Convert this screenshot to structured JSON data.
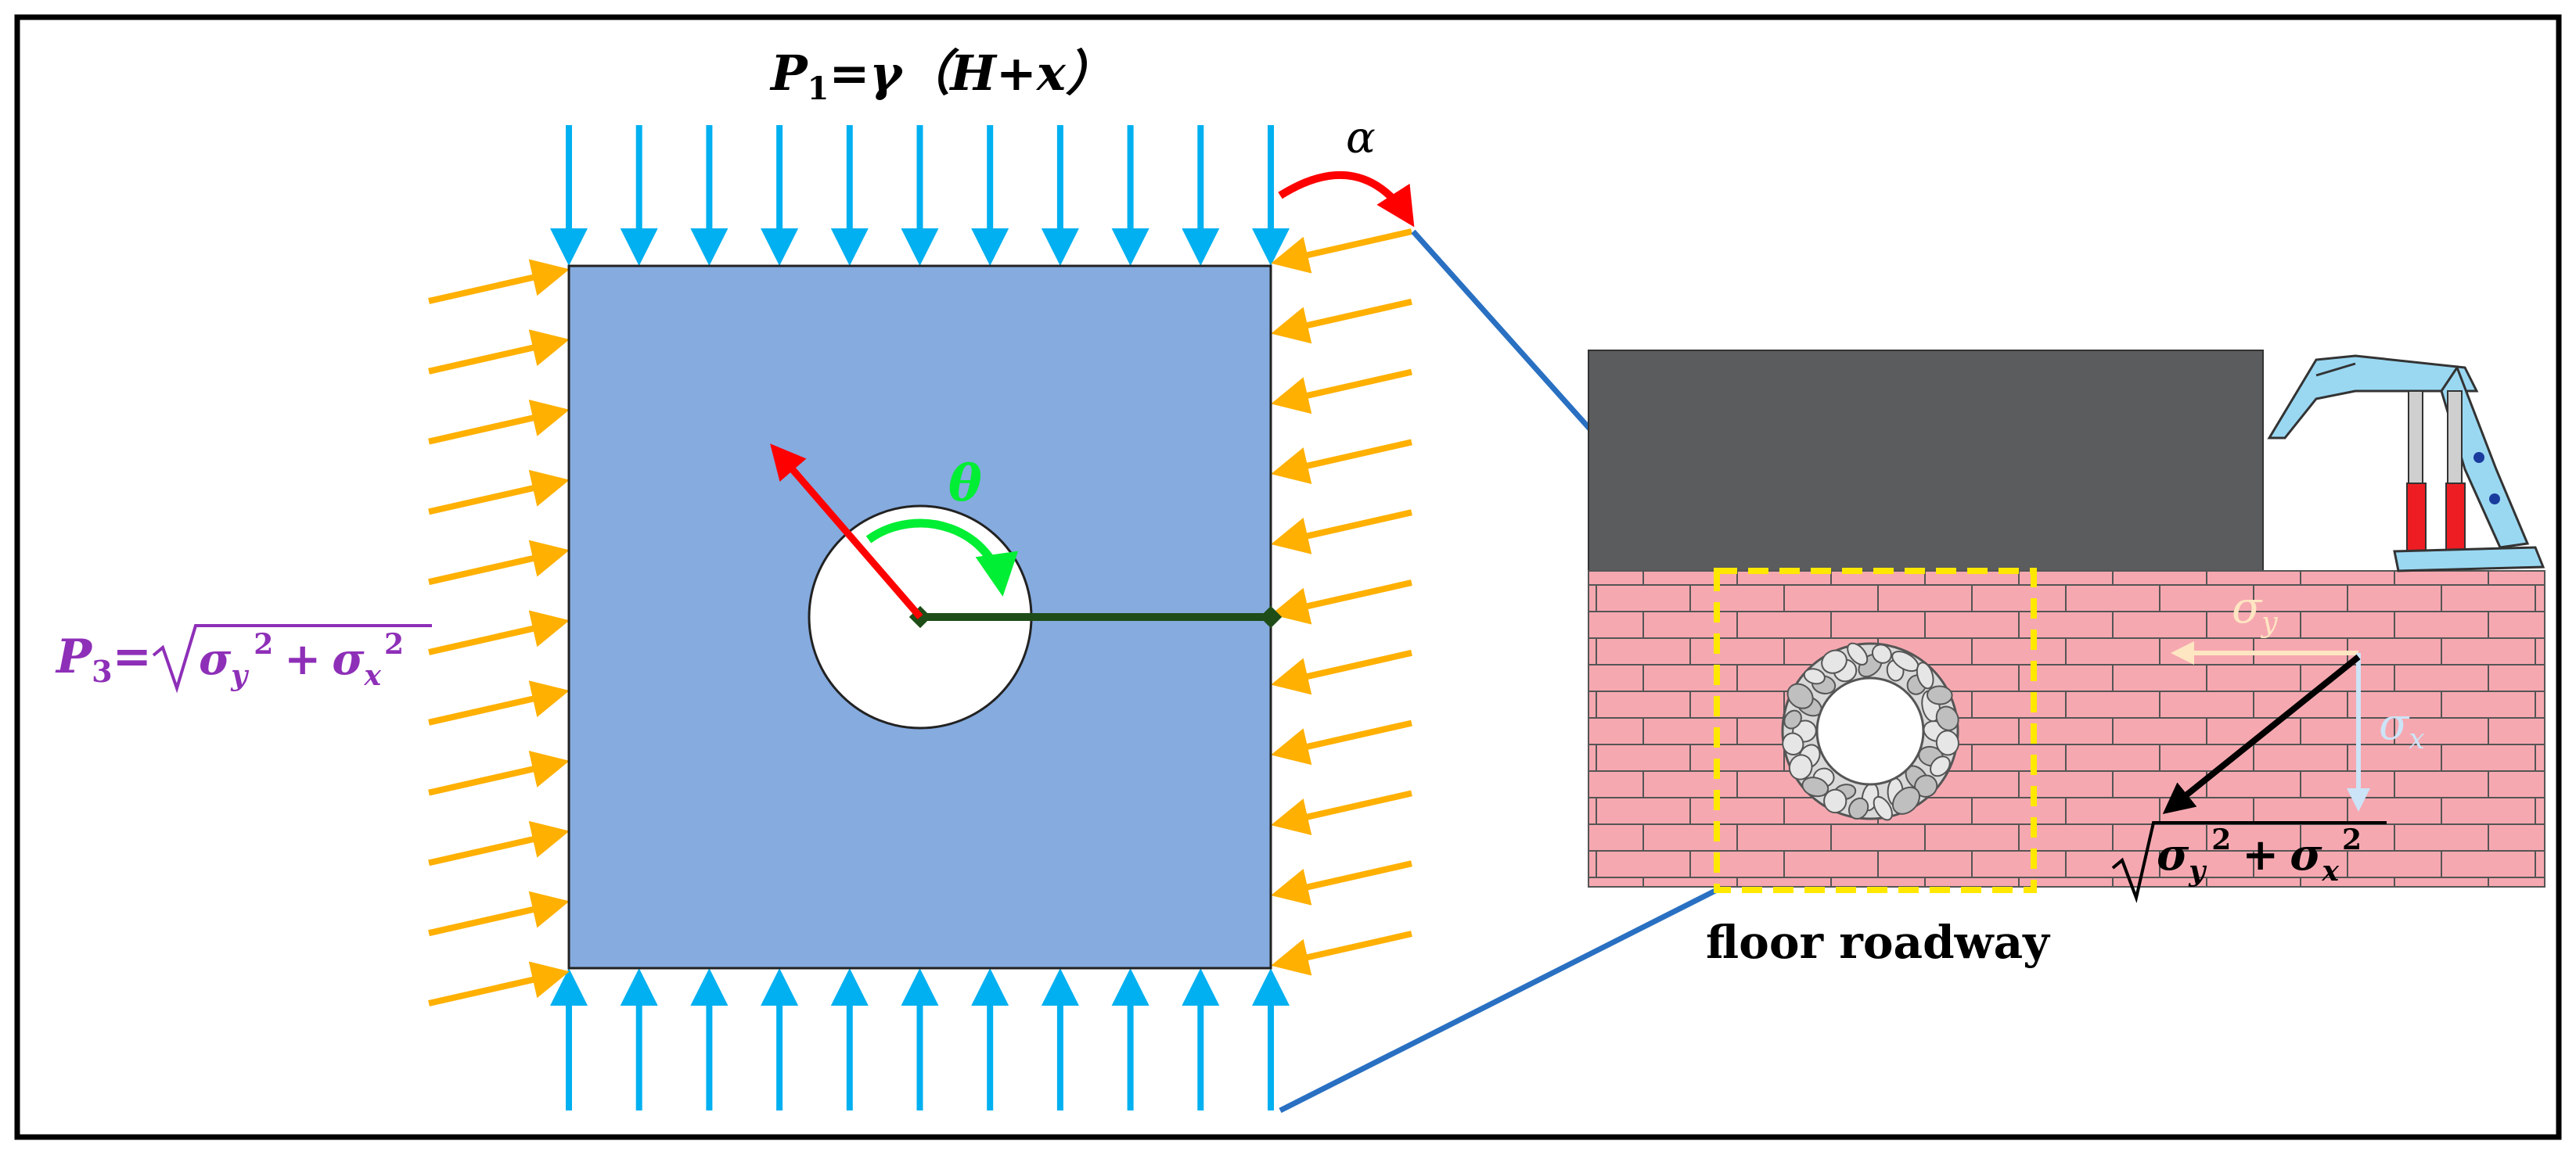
{
  "labels": {
    "p1_prefix": "P",
    "p1_sub": "1",
    "p1_rest": "=γ（H+x）",
    "p3_prefix": "P",
    "p3_sub": "3",
    "p3_eq": "=",
    "alpha": "α",
    "theta": "θ",
    "sigma_y": "σ",
    "sigma_y_sub": "y",
    "sigma_x": "σ",
    "sigma_x_sub": "x",
    "floor_roadway": "floor roadway",
    "resultant_sigma_y": "σ",
    "resultant_sigma_y_sub": "y",
    "resultant_sigma_x": "σ",
    "resultant_sigma_x_sub": "x",
    "sq": "2",
    "plus": "+"
  },
  "colors": {
    "block_fill": "#85abdf",
    "vertical_load": "#00b0f0",
    "horizontal_load": "#ffb000",
    "radius_red": "#ff0000",
    "theta_green": "#00ee33",
    "radius_dark_green": "#1e4d18",
    "alpha_red": "#ff0000",
    "gob_grey": "#5b5c5e",
    "brick_pink": "#f6a8b0",
    "roadway_box": "#ffe800",
    "connector_blue": "#2970c2",
    "p3_purple": "#8e2fb8",
    "sigma_y_color": "#ffe6c2",
    "sigma_x_color": "#cce4f7"
  }
}
